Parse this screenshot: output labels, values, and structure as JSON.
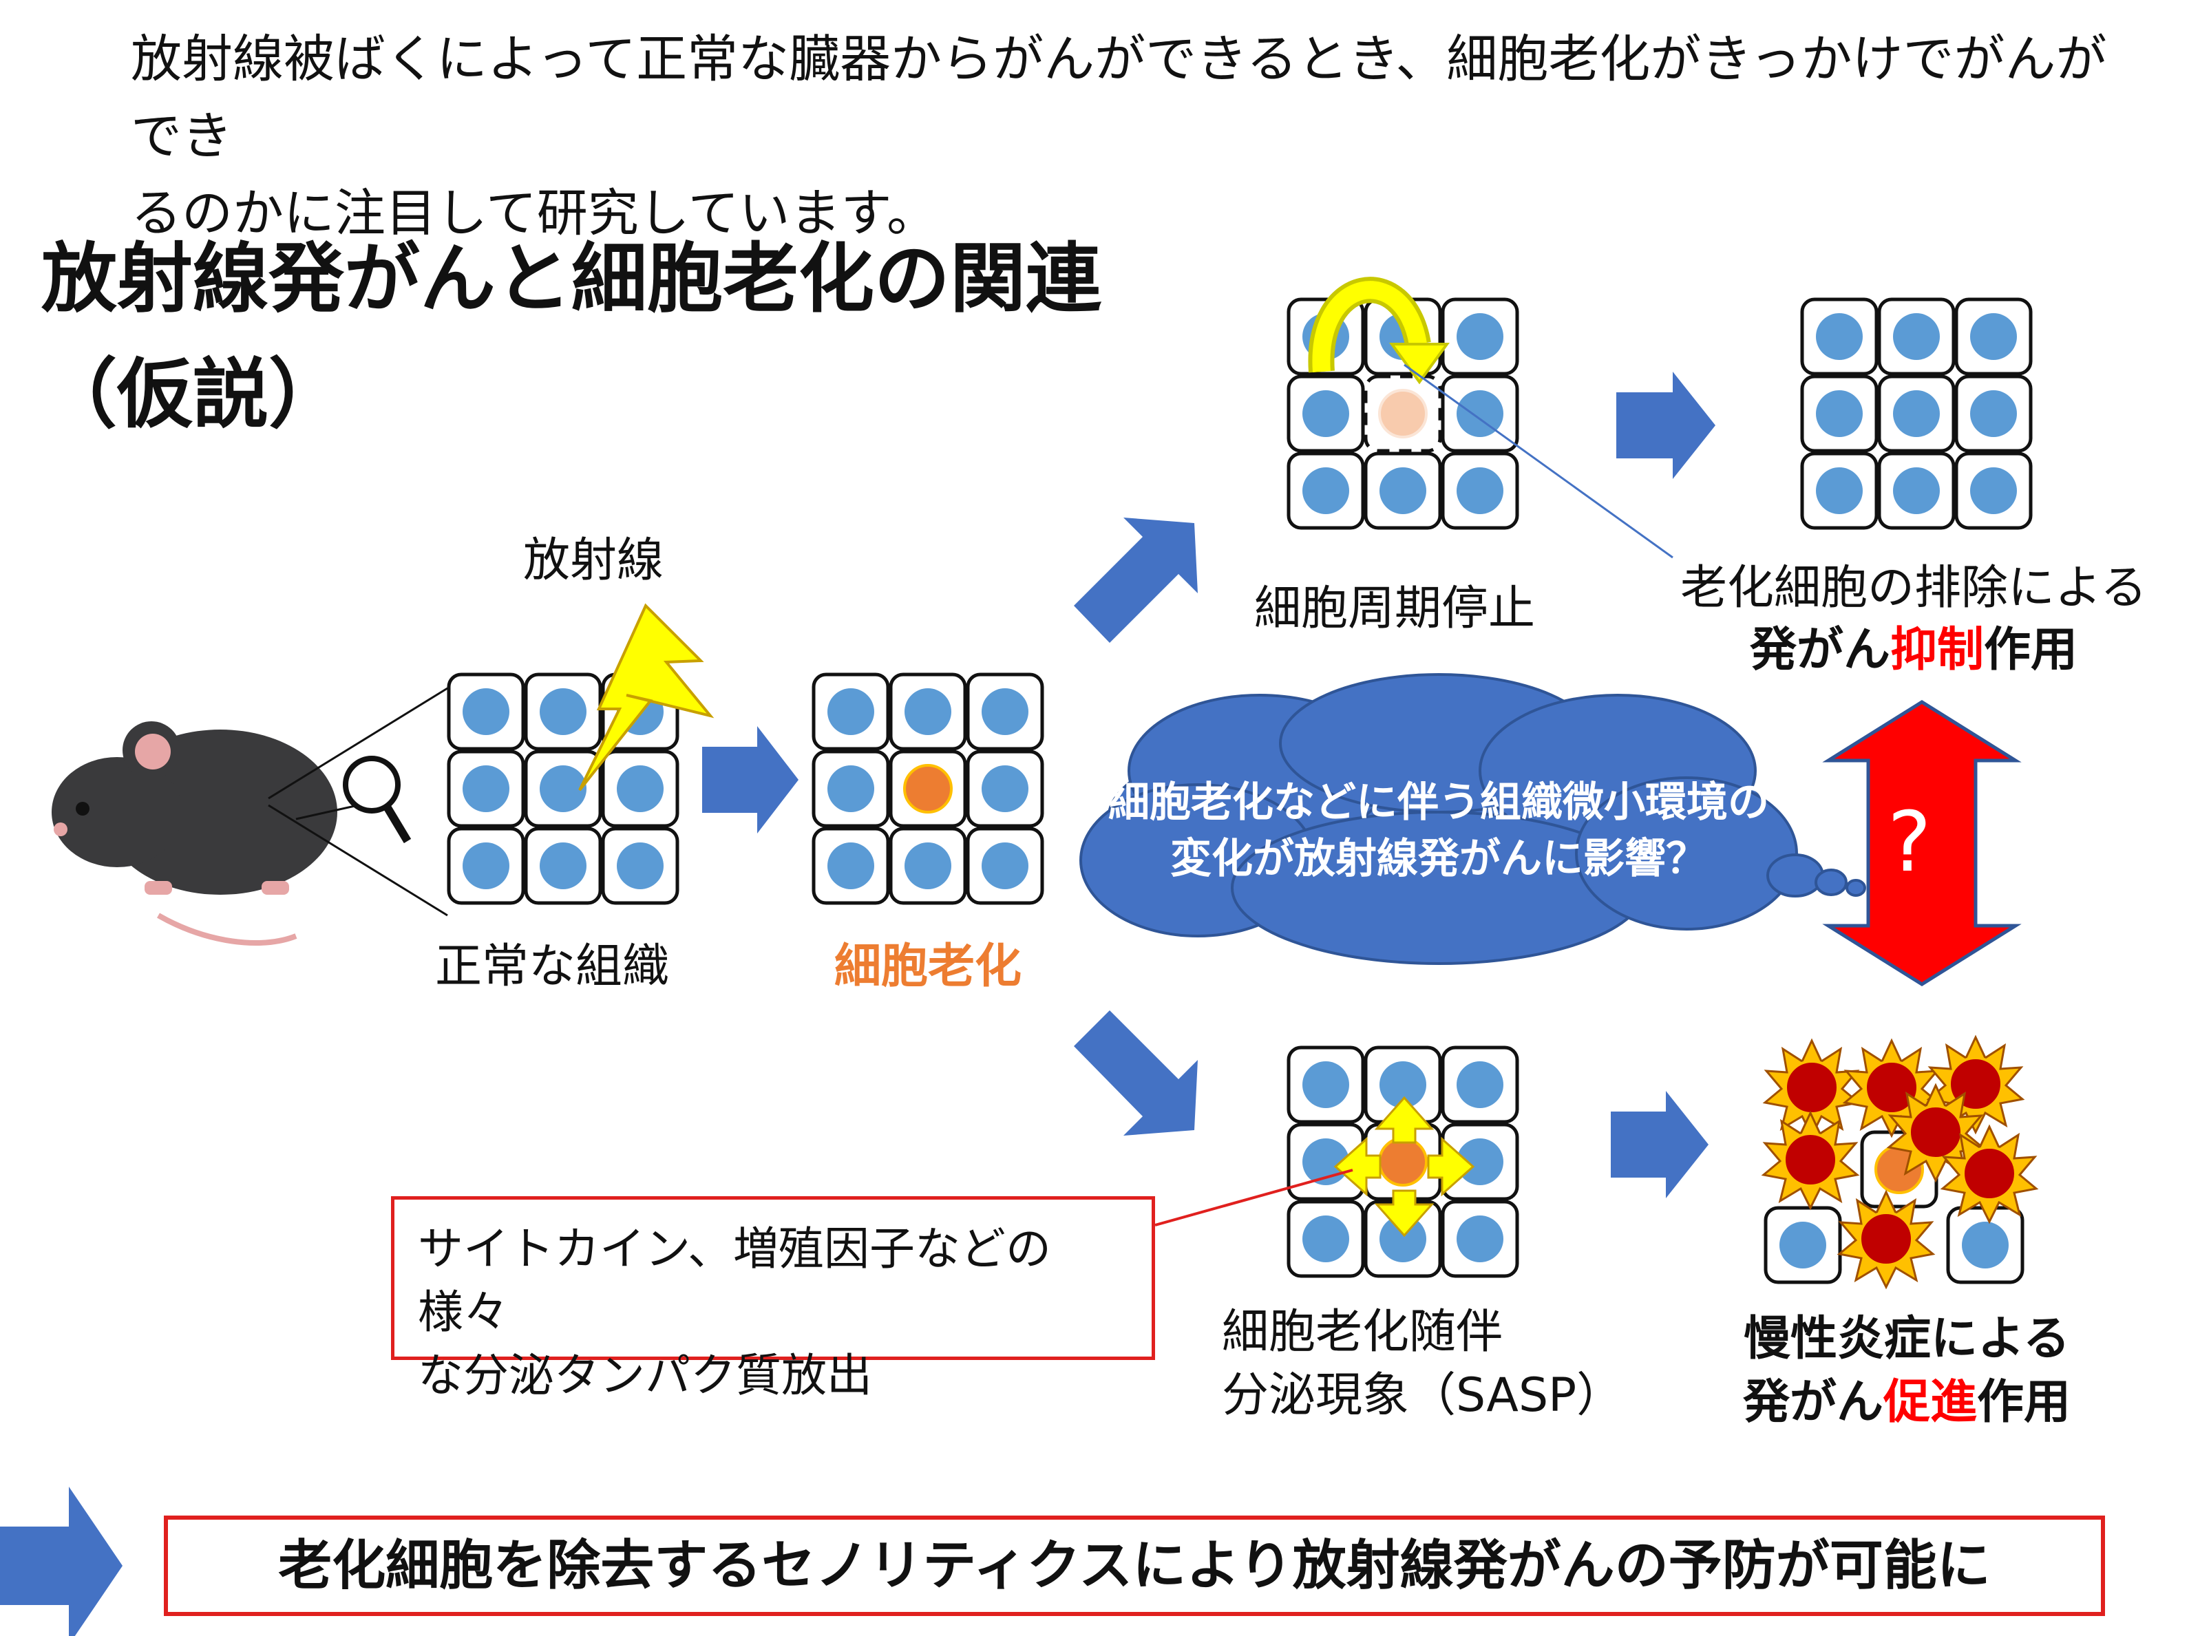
{
  "intro": {
    "line1": "放射線被ばくによって正常な臓器からがんができるとき、細胞老化がきっかけでがんができ",
    "line2": "るのかに注目して研究しています。"
  },
  "title": {
    "line1": "放射線発がんと細胞老化の関連",
    "line2": "（仮説）"
  },
  "labels": {
    "radiation": "放射線",
    "normal_tissue": "正常な組織",
    "senescence": "細胞老化",
    "cell_cycle_arrest": "細胞周期停止",
    "clearance_line1": "老化細胞の排除による",
    "clearance_pre": "発がん",
    "clearance_emph": "抑制",
    "clearance_post": "作用",
    "sasp_line1": "細胞老化随伴",
    "sasp_line2": "分泌現象（SASP）",
    "inflammation_line1": "慢性炎症による",
    "inflammation_pre": "発がん",
    "inflammation_emph": "促進",
    "inflammation_post": "作用"
  },
  "cloud": {
    "line1": "細胞老化などに伴う組織微小環境の",
    "line2": "変化が放射線発がんに影響？"
  },
  "question_mark": "?",
  "callout": {
    "line1": "サイトカイン、増殖因子などの様々",
    "line2": "な分泌タンパク質放出"
  },
  "conclusion": "老化細胞を除去するセノリティクスにより放射線発がんの予防が可能に",
  "colors": {
    "arrow_blue": "#4472c4",
    "cell_nucleus_blue": "#5b9bd5",
    "senescent_orange": "#ed7d31",
    "emphasis_red": "#ff0000",
    "bolt_yellow": "#ffff00",
    "cloud_blue": "#4472c4",
    "tumor_red": "#c00000"
  }
}
